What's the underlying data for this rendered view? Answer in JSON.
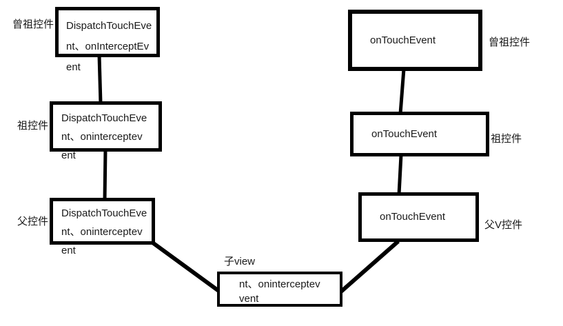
{
  "diagram": {
    "description_colors": {
      "border": "#000000",
      "text": "#1a1a1a",
      "background": "#ffffff"
    },
    "nodes": {
      "left": [
        {
          "side_label": "曾祖控件",
          "lines": [
            "DispatchTouchEve",
            "nt、onInterceptEv",
            "ent"
          ]
        },
        {
          "side_label": "祖控件",
          "lines": [
            "DispatchTouchEve",
            "nt、oninterceptev",
            "ent"
          ]
        },
        {
          "side_label": "父控件",
          "lines": [
            "DispatchTouchEve",
            "nt、oninterceptev",
            "ent"
          ]
        }
      ],
      "child": {
        "top_label": "子view",
        "lines": [
          "nt、oninterceptev",
          "vent"
        ]
      },
      "right": [
        {
          "side_label": "曾祖控件",
          "lines": [
            "onTouchEvent"
          ]
        },
        {
          "side_label": "祖控件",
          "lines": [
            "onTouchEvent"
          ]
        },
        {
          "side_label": "父V控件",
          "lines": [
            "onTouchEvent"
          ]
        }
      ]
    }
  }
}
